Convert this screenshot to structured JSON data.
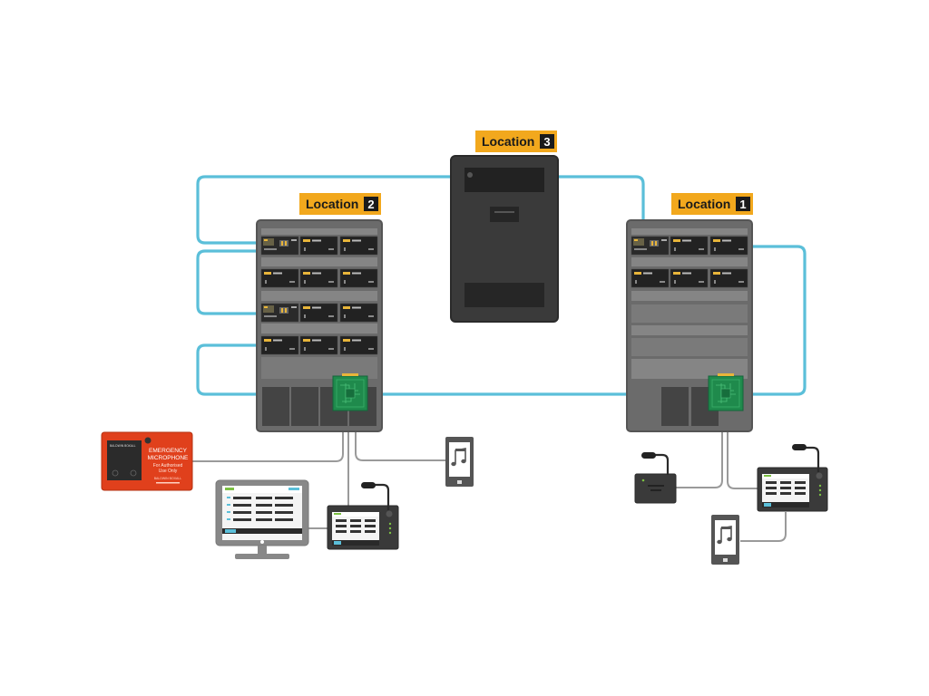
{
  "locations": {
    "location_1": {
      "label": "Location",
      "number": "1"
    },
    "location_2": {
      "label": "Location",
      "number": "2"
    },
    "location_3": {
      "label": "Location",
      "number": "3"
    }
  },
  "emergency_microphone": {
    "title_line1": "EMERGENCY",
    "title_line2": "MICROPHONE",
    "sub_line1": "For Authorised",
    "sub_line2": "Use Only",
    "brand": "BALDWIN BOXALL",
    "panel_label": "BALDWIN BOXALL"
  },
  "icons": {
    "music": "music-note-icon"
  },
  "colors": {
    "network_link": "#5bbfd9",
    "analog_link": "#9a9a9a",
    "location_badge": "#f2a81d",
    "rack": "#6b6b6b",
    "network_switch": "#1f8a4c",
    "emergency_panel": "#e0401c"
  }
}
